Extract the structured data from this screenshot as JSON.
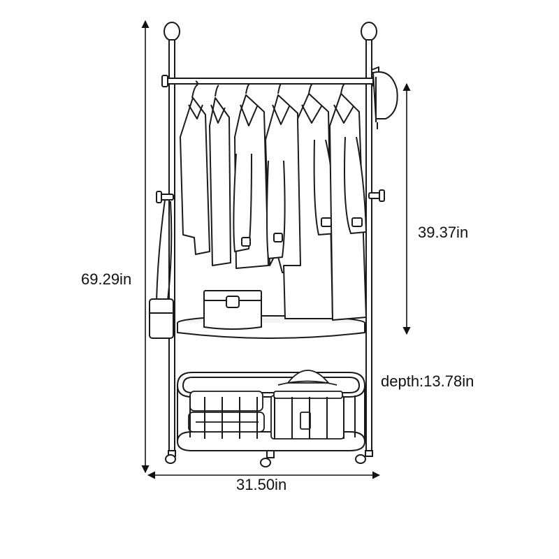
{
  "dimensions": {
    "height": "69.29in",
    "hanging_height": "39.37in",
    "depth": "depth:13.78in",
    "width": "31.50in"
  },
  "colors": {
    "line": "#1a1a1a",
    "fill": "#ffffff",
    "shelf_fill": "#f4f4f4"
  }
}
